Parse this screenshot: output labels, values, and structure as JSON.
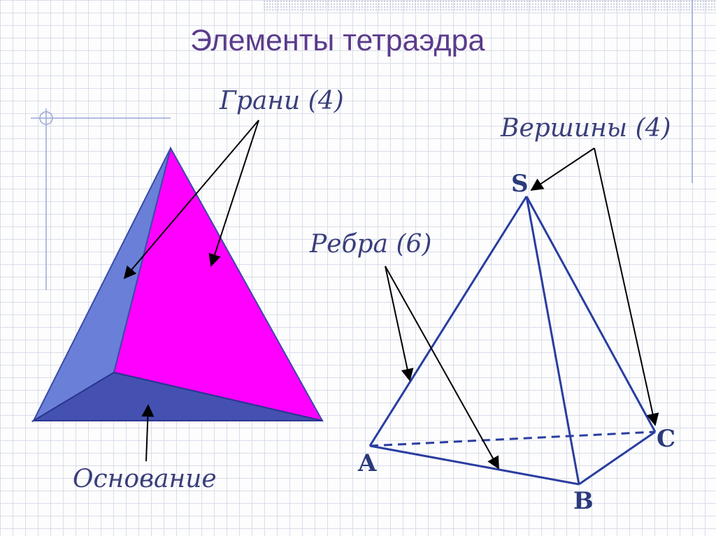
{
  "slide": {
    "title": "Элементы тетраэдра"
  },
  "labels": {
    "faces": "Грани (4)",
    "vertices": "Вершины (4)",
    "edges": "Ребра (6)",
    "base": "Основание"
  },
  "vertex_labels": {
    "s": "S",
    "a": "A",
    "b": "B",
    "c": "C"
  },
  "colors": {
    "title": "#5b3b8c",
    "face_left": "#6a7fd8",
    "face_front": "#ff00ff",
    "face_base": "#4451b0",
    "edge": "#2a3da0",
    "arrow": "#000000",
    "label_text": "#3a3f7a"
  }
}
